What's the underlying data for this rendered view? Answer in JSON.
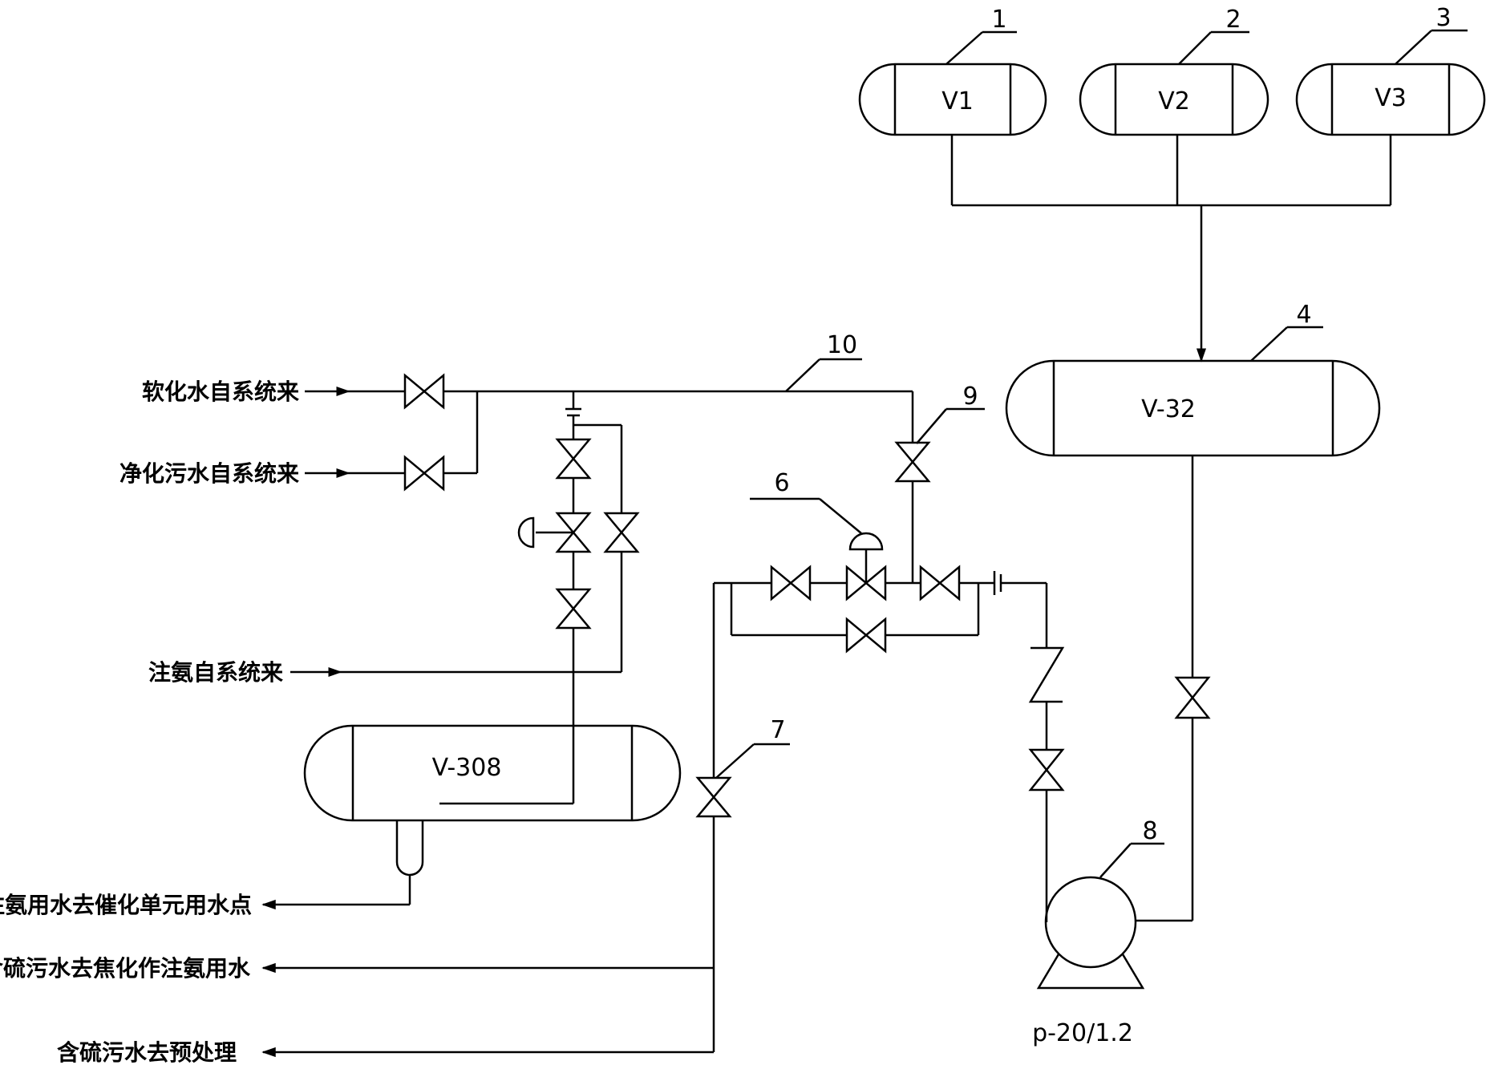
{
  "vessels": {
    "v1": "V1",
    "v2": "V2",
    "v3": "V3",
    "v32": "V-32",
    "v308": "V-308"
  },
  "callouts": {
    "c1": "1",
    "c2": "2",
    "c3": "3",
    "c4": "4",
    "c6": "6",
    "c7": "7",
    "c8": "8",
    "c9": "9",
    "c10": "10"
  },
  "streams": {
    "softened_water_in": "软化水自系统来",
    "purified_wastewater_in": "净化污水自系统来",
    "ammonia_injection_in": "注氨自系统来",
    "ammonia_water_to_fcc": "注氨用水去催化单元用水点",
    "sour_water_to_coking": "含硫污水去焦化作注氨用水",
    "sour_water_to_pretreatment": "含硫污水去预处理"
  },
  "pump": {
    "label": "p-20/1.2"
  }
}
